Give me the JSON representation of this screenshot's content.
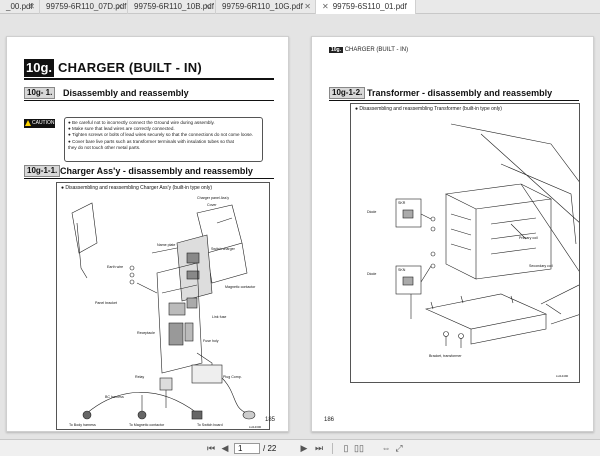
{
  "tabs": [
    {
      "label": "_00.pdf",
      "active": false
    },
    {
      "label": "99759-6R110_07D.pdf",
      "active": false
    },
    {
      "label": "99759-6R110_10B.pdf",
      "active": false
    },
    {
      "label": "99759-6R110_10G.pdf",
      "active": true
    },
    {
      "label": "99759-6S110_01.pdf",
      "active": false
    }
  ],
  "page1": {
    "section_num": "10g.",
    "section_title": "CHARGER (BUILT - IN)",
    "sub_num": "10g- 1.",
    "sub_title": "Disassembly and reassembly",
    "caution_label": "CAUTION",
    "caution_items": [
      "● Be careful not to incorrectly connect the Ground wire during assembly.",
      "● Make sure that lead wires are correctly connected.",
      "● Tighten screws or bolts of lead wires securely so that the connections do not come loose.",
      "● Cover bare live parts such as transformer terminals with insulation tubes so that",
      "   they do not touch other metal parts."
    ],
    "subsub_num": "10g-1-1.",
    "subsub_title": "Charger Ass'y - disassembly and reassembly",
    "fig_caption": "● Disassembling and reassembling Charger Ass'y (built-in type only)",
    "fig_labels": {
      "charger_panel": "Charger panel Ass'y",
      "cover": "Cover",
      "name_plate": "Name plate",
      "switch_charger": "Switch charger",
      "earth_wire": "Earth wire",
      "panel_bracket": "Panel bracket",
      "magnetic_contactor": "Magnetic contactor",
      "link_fuse": "Link fuse",
      "receptacle": "Receptacle",
      "fuse_holy": "Fuse holy",
      "relay": "Relay",
      "plug_comp": "Plug Comp.",
      "bc_harness": "BC harness",
      "to_body": "To Body harness",
      "to_magnetic": "To Magnetic contactor",
      "to_switch": "To Switch board",
      "fig_id": "LH14300"
    },
    "page_number": "185"
  },
  "page2": {
    "header_tag": "10g.",
    "header_text": "CHARGER (BUILT - IN)",
    "subsub_num": "10g-1-2.",
    "subsub_title": "Transformer - disassembly and reassembly",
    "fig_caption": "● Disassembling and reassembling Transformer (built-in type only)",
    "fig_labels": {
      "skr1": "SKR",
      "skn": "SKN",
      "diode1": "Diode",
      "diode2": "Diode",
      "primary_coil": "Primary coil",
      "secondary_coil": "Secondary coil",
      "bracket": "Bracket, transformer",
      "fig_id": "LH14490"
    },
    "page_number": "186"
  },
  "statusbar": {
    "current_page": "1",
    "total_pages": "/ 22"
  }
}
